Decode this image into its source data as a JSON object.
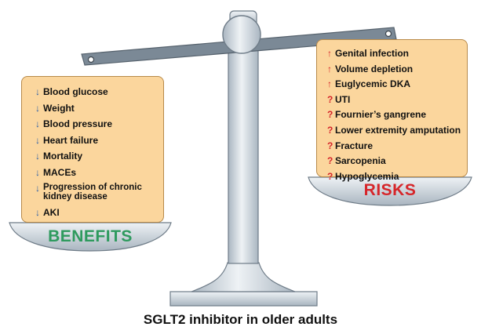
{
  "benefits": {
    "label": "BENEFITS",
    "color": "#2e9a5e",
    "items": [
      {
        "mark": "↓",
        "text": "Blood glucose"
      },
      {
        "mark": "↓",
        "text": "Weight"
      },
      {
        "mark": "↓",
        "text": "Blood pressure"
      },
      {
        "mark": "↓",
        "text": "Heart failure"
      },
      {
        "mark": "↓",
        "text": "Mortality"
      },
      {
        "mark": "↓",
        "text": "MACEs"
      },
      {
        "mark": "↓",
        "text": "Progression of chronic kidney disease"
      },
      {
        "mark": "↓",
        "text": "AKI"
      }
    ]
  },
  "risks": {
    "label": "RISKS",
    "color": "#d6262a",
    "items": [
      {
        "mark": "↑",
        "text": "Genital infection"
      },
      {
        "mark": "↑",
        "text": "Volume depletion"
      },
      {
        "mark": "↑",
        "text": "Euglycemic DKA"
      },
      {
        "mark": "?",
        "text": "UTI"
      },
      {
        "mark": "?",
        "text": "Fournier’s gangrene"
      },
      {
        "mark": "?",
        "text": "Lower extremity amputation"
      },
      {
        "mark": "?",
        "text": "Fracture"
      },
      {
        "mark": "?",
        "text": "Sarcopenia"
      },
      {
        "mark": "?",
        "text": "Hypoglycemia"
      }
    ]
  },
  "caption": "SGLT2 inhibitor in older adults",
  "colors": {
    "box_fill": "#fbd69d",
    "scale_metal": "#c9d3dc",
    "scale_outline": "#6f7c88"
  }
}
